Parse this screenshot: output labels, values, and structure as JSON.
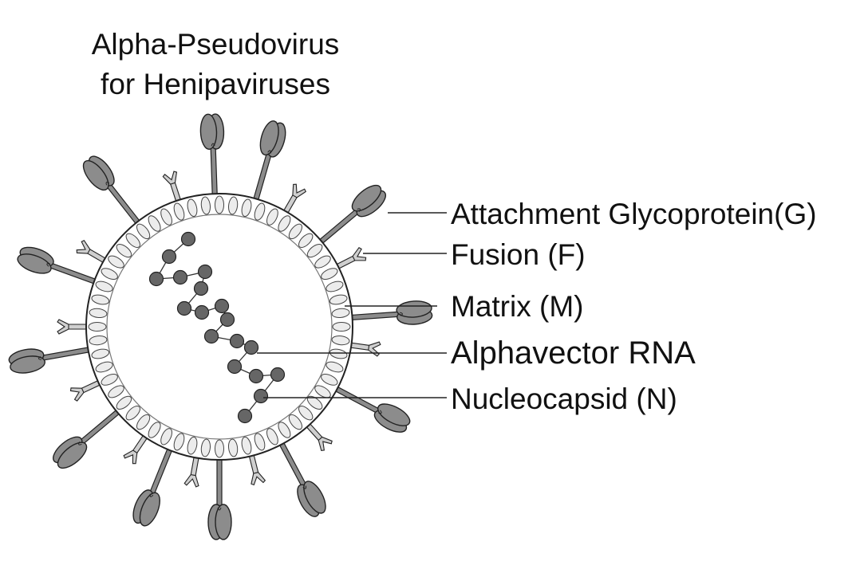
{
  "title": {
    "line1": "Alpha-Pseudovirus",
    "line2": "for Henipaviruses"
  },
  "labels": {
    "attachment": "Attachment Glycoprotein(G)",
    "fusion": "Fusion (F)",
    "matrix": "Matrix (M)",
    "rna": "Alphavector RNA",
    "nucleocapsid": "Nucleocapsid (N)"
  },
  "colors": {
    "glycoprotein": "#8c8c8c",
    "fusion": "#cfcfcf",
    "matrix": "#ececec",
    "nucleocapsid": "#666666",
    "outline": "#222222"
  }
}
